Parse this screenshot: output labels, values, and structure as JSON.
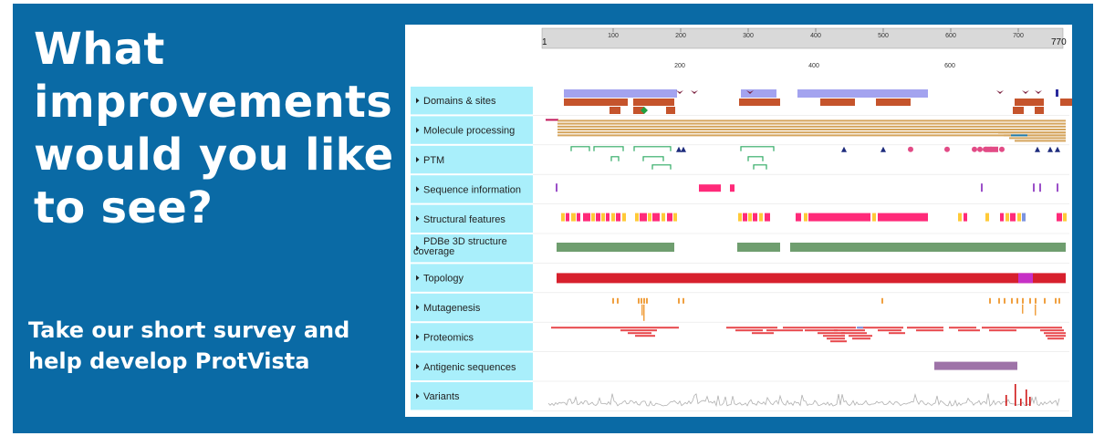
{
  "banner": {
    "headline_lines": [
      "What",
      "improvements",
      "would you like",
      "to see?"
    ],
    "tagline_lines": [
      "Take our short survey and",
      "help develop ProtVista"
    ],
    "background_color": "#0a6aa5"
  },
  "protvista": {
    "sequence_start": "1",
    "sequence_end": "770",
    "top_ticks": [
      "100",
      "200",
      "300",
      "400",
      "500",
      "600",
      "700"
    ],
    "bottom_ticks": [
      "200",
      "400",
      "600"
    ],
    "tracks": [
      {
        "label": "Domains & sites",
        "expand_icon": "triangle-right-icon"
      },
      {
        "label": "Molecule processing",
        "expand_icon": "triangle-right-icon"
      },
      {
        "label": "PTM",
        "expand_icon": "triangle-right-icon"
      },
      {
        "label": "Sequence information",
        "expand_icon": "triangle-right-icon"
      },
      {
        "label": "Structural features",
        "expand_icon": "triangle-right-icon"
      },
      {
        "label": "PDBe 3D structure coverage",
        "label_lines": [
          "PDBe 3D structure",
          "coverage"
        ],
        "expand_icon": "triangle-right-icon"
      },
      {
        "label": "Topology",
        "expand_icon": "triangle-right-icon"
      },
      {
        "label": "Mutagenesis",
        "expand_icon": "triangle-right-icon"
      },
      {
        "label": "Proteomics",
        "expand_icon": "triangle-right-icon"
      },
      {
        "label": "Antigenic sequences",
        "expand_icon": "triangle-right-icon"
      },
      {
        "label": "Variants",
        "expand_icon": "triangle-right-icon"
      }
    ],
    "colors": {
      "label_bg": "#a9effb",
      "domain": "#a3a3ef",
      "site": "#c5542c",
      "chain": "#d4a45c",
      "ptm": "#2eaa63",
      "ptm_marker": "#1d2b7c",
      "ptm_dot": "#e24b86",
      "structure_helix": "#ff2a79",
      "structure_strand": "#ffca38",
      "structure_turn": "#7c94e0",
      "pdbe": "#6f9e6f",
      "topology": "#d7202d",
      "topology_alt": "#c630c6",
      "mutagenesis": "#f0a040",
      "proteomics": "#e8484c",
      "antigenic": "#9e73a8",
      "variant": "#b0b0b0",
      "variant_hit": "#d01a1a"
    }
  }
}
